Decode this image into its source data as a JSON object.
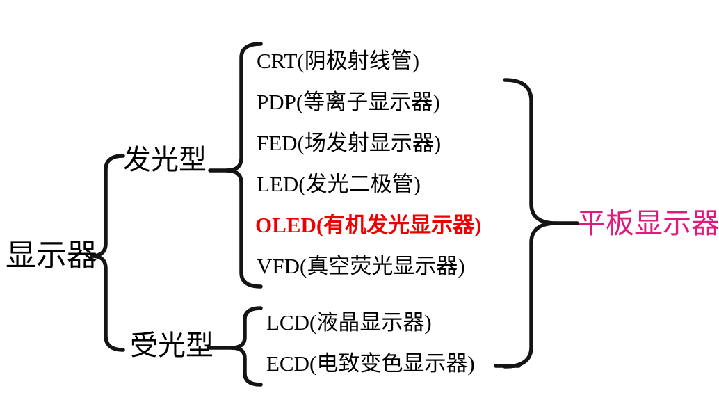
{
  "tree": {
    "root": "显示器",
    "emissive": {
      "label": "发光型",
      "items": [
        {
          "abbr": "CRT",
          "label": "CRT(阴极射线管)",
          "highlight": false
        },
        {
          "abbr": "PDP",
          "label": "PDP(等离子显示器)",
          "highlight": false
        },
        {
          "abbr": "FED",
          "label": "FED(场发射显示器)",
          "highlight": false
        },
        {
          "abbr": "LED",
          "label": "LED(发光二极管)",
          "highlight": false
        },
        {
          "abbr": "OLED",
          "label": "OLED(有机发光显示器)",
          "highlight": true
        },
        {
          "abbr": "VFD",
          "label": "VFD(真空荧光显示器)",
          "highlight": false
        }
      ]
    },
    "receptive": {
      "label": "受光型",
      "items": [
        {
          "abbr": "LCD",
          "label": "LCD(液晶显示器)",
          "highlight": false
        },
        {
          "abbr": "ECD",
          "label": "ECD(电致变色显示器)",
          "highlight": false
        }
      ]
    },
    "group": {
      "label": "平板显示器",
      "note": "right brace spans PDP through ECD"
    }
  },
  "colors": {
    "text": "#000000",
    "line": "#141414",
    "highlight_red": "#ee0000",
    "group_pink": "#e0197d",
    "background": "#ffffff"
  }
}
